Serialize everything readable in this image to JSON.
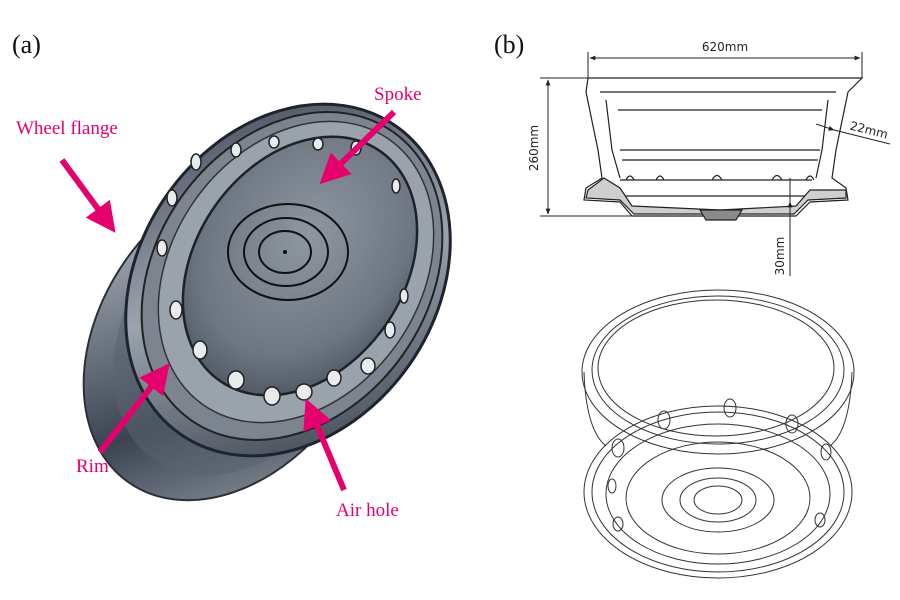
{
  "panels": {
    "a": {
      "label": "(a)"
    },
    "b": {
      "label": "(b)"
    }
  },
  "callouts": {
    "wheel_flange": "Wheel flange",
    "spoke": "Spoke",
    "rim": "Rim",
    "air_hole": "Air hole"
  },
  "dimensions": {
    "width": "620mm",
    "height": "260mm",
    "thickness": "22mm",
    "offset": "30mm"
  },
  "colors": {
    "callout": "#e6006e",
    "line": "#222222",
    "metal_dark": "#3c4452",
    "metal_light": "#aeb6c0"
  }
}
